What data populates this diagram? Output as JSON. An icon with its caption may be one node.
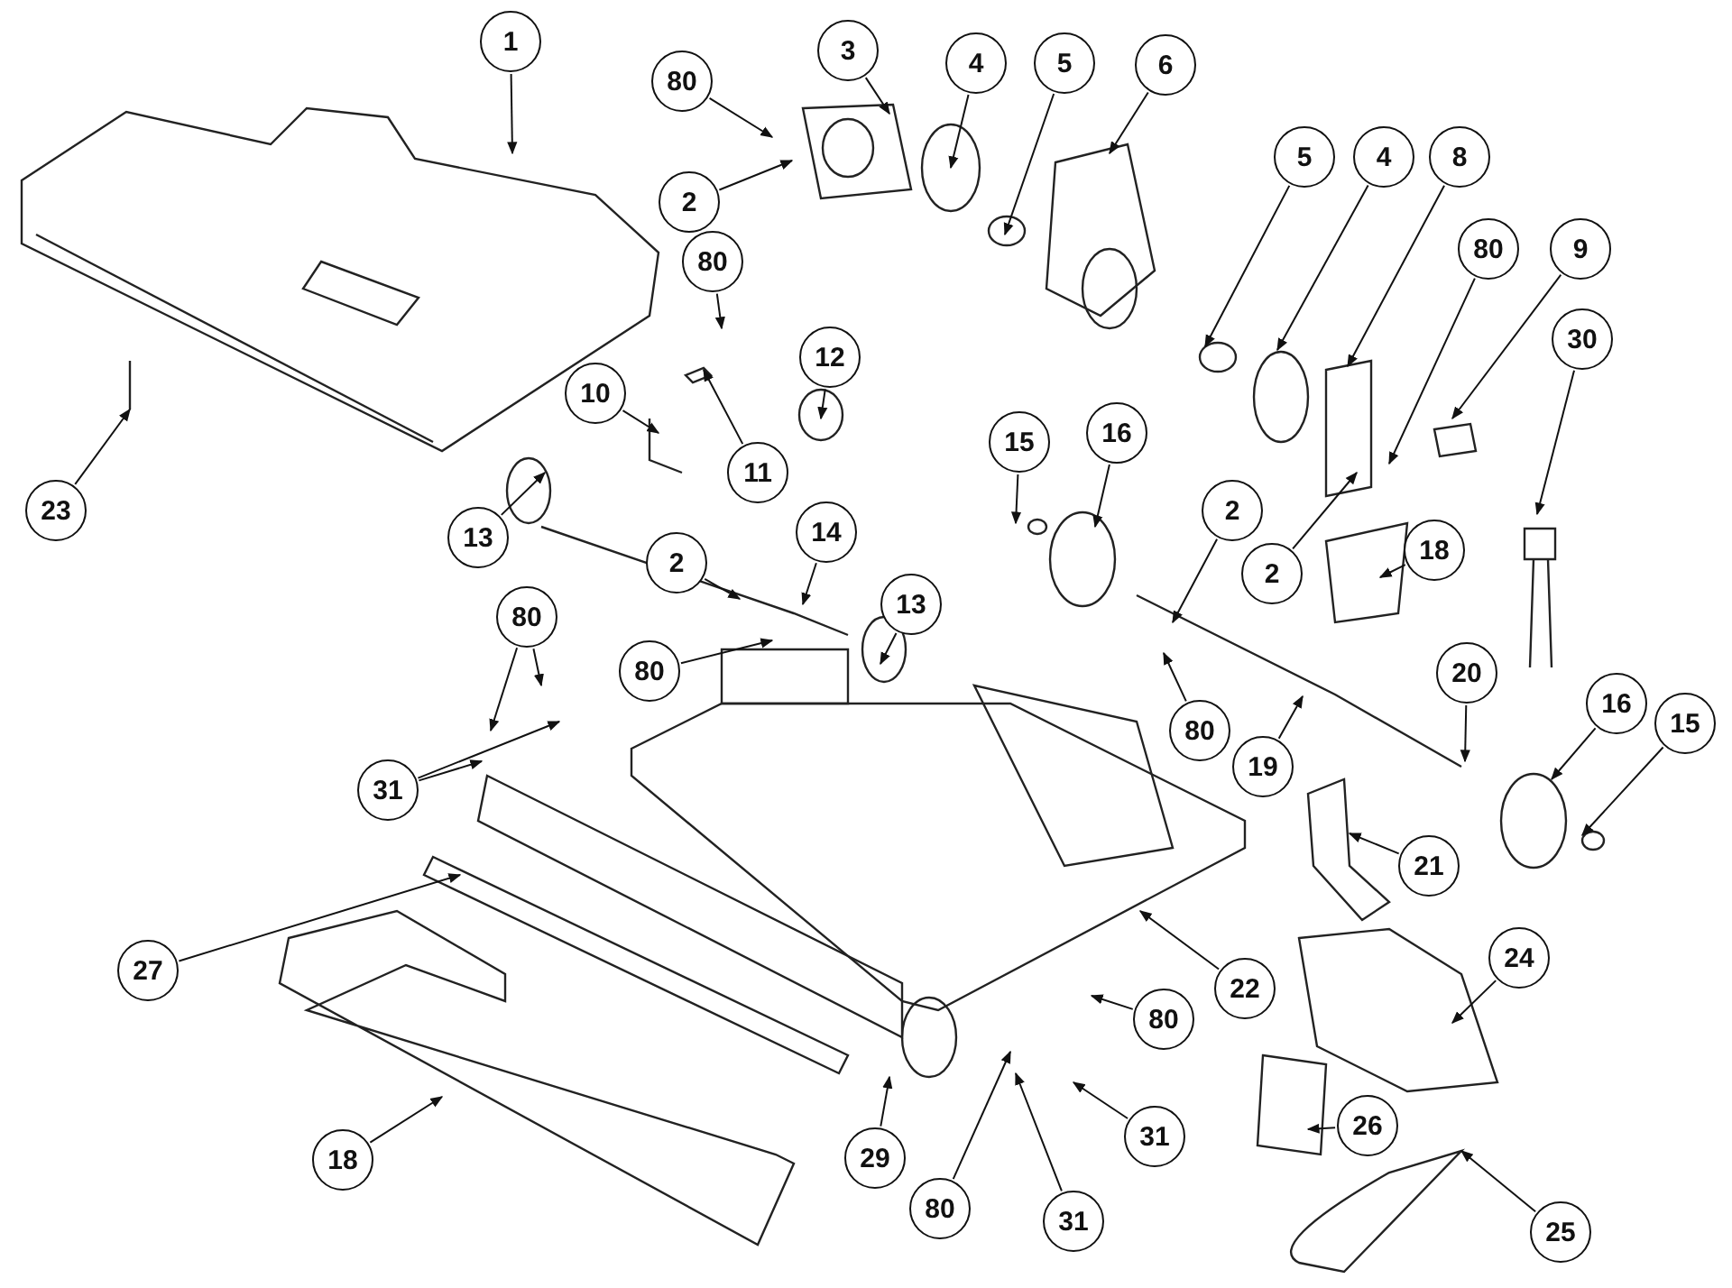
{
  "diagram": {
    "nodes": [
      {
        "text": [
          "1"
        ]
      },
      {
        "text": [
          "80"
        ]
      },
      {
        "text": [
          "2"
        ]
      },
      {
        "text": [
          "3"
        ]
      },
      {
        "text": [
          "4"
        ]
      },
      {
        "text": [
          "5"
        ]
      },
      {
        "text": [
          "6"
        ]
      },
      {
        "text": [
          "5"
        ]
      },
      {
        "text": [
          "4"
        ]
      },
      {
        "text": [
          "8"
        ]
      },
      {
        "text": [
          "80"
        ]
      },
      {
        "text": [
          "9"
        ]
      },
      {
        "text": [
          "30"
        ]
      },
      {
        "text": [
          "80"
        ]
      },
      {
        "text": [
          "12"
        ]
      },
      {
        "text": [
          "10"
        ]
      },
      {
        "text": [
          "11"
        ]
      },
      {
        "text": [
          "23"
        ]
      },
      {
        "text": [
          "13"
        ]
      },
      {
        "text": [
          "14"
        ]
      },
      {
        "text": [
          "2"
        ]
      },
      {
        "text": [
          "80"
        ]
      },
      {
        "text": [
          "13"
        ]
      },
      {
        "text": [
          "16"
        ]
      },
      {
        "text": [
          "15"
        ]
      },
      {
        "text": [
          "2"
        ]
      },
      {
        "text": [
          "2"
        ]
      },
      {
        "text": [
          "18"
        ]
      },
      {
        "text": [
          "80"
        ]
      },
      {
        "text": [
          "19"
        ]
      },
      {
        "text": [
          "20"
        ]
      },
      {
        "text": [
          "16"
        ]
      },
      {
        "text": [
          "15"
        ]
      },
      {
        "text": [
          "80"
        ]
      },
      {
        "text": [
          "31"
        ]
      },
      {
        "text": [
          "21"
        ]
      },
      {
        "text": [
          "27"
        ]
      },
      {
        "text": [
          "22"
        ]
      },
      {
        "text": [
          "80"
        ]
      },
      {
        "text": [
          "31"
        ]
      },
      {
        "text": [
          "24"
        ]
      },
      {
        "text": [
          "29"
        ]
      },
      {
        "text": [
          "26"
        ]
      },
      {
        "text": [
          "80"
        ]
      },
      {
        "text": [
          "31"
        ]
      },
      {
        "text": [
          "18"
        ]
      },
      {
        "text": [
          "25"
        ]
      }
    ],
    "edges": [
      {
        "from": 0,
        "to": null,
        "arrow": "to"
      },
      {
        "from": 1,
        "to": null,
        "arrow": "to"
      },
      {
        "from": 2,
        "to": null,
        "arrow": "to"
      },
      {
        "from": 3,
        "to": null,
        "arrow": "to"
      },
      {
        "from": 4,
        "to": null,
        "arrow": "to"
      },
      {
        "from": 5,
        "to": null,
        "arrow": "to"
      },
      {
        "from": 6,
        "to": null,
        "arrow": "to"
      },
      {
        "from": 7,
        "to": null,
        "arrow": "to"
      },
      {
        "from": 8,
        "to": null,
        "arrow": "to"
      },
      {
        "from": 9,
        "to": null,
        "arrow": "to"
      },
      {
        "from": 10,
        "to": null,
        "arrow": "to"
      },
      {
        "from": 11,
        "to": null,
        "arrow": "to"
      },
      {
        "from": 12,
        "to": null,
        "arrow": "to"
      },
      {
        "from": 13,
        "to": null,
        "arrow": "to"
      },
      {
        "from": 14,
        "to": null,
        "arrow": "to"
      },
      {
        "from": 15,
        "to": null,
        "arrow": "to"
      },
      {
        "from": 16,
        "to": null,
        "arrow": "to"
      },
      {
        "from": 17,
        "to": null,
        "arrow": "to"
      },
      {
        "from": 18,
        "to": null,
        "arrow": "to"
      },
      {
        "from": 19,
        "to": null,
        "arrow": "to"
      },
      {
        "from": 20,
        "to": null,
        "arrow": "to"
      },
      {
        "from": 21,
        "to": null,
        "arrow": "to"
      },
      {
        "from": 22,
        "to": null,
        "arrow": "to"
      },
      {
        "from": 23,
        "to": null,
        "arrow": "to"
      },
      {
        "from": 24,
        "to": null,
        "arrow": "to"
      },
      {
        "from": 25,
        "to": null,
        "arrow": "to"
      },
      {
        "from": 26,
        "to": null,
        "arrow": "to"
      },
      {
        "from": 27,
        "to": null,
        "arrow": "to"
      },
      {
        "from": 28,
        "to": null,
        "arrow": "to"
      },
      {
        "from": 29,
        "to": null,
        "arrow": "to"
      },
      {
        "from": 30,
        "to": null,
        "arrow": "to"
      },
      {
        "from": 31,
        "to": null,
        "arrow": "to"
      },
      {
        "from": 32,
        "to": null,
        "arrow": "to"
      },
      {
        "from": 33,
        "to": null,
        "arrow": "to"
      },
      {
        "from": 33,
        "to": null,
        "arrow": "to"
      },
      {
        "from": 34,
        "to": null,
        "arrow": "to"
      },
      {
        "from": 34,
        "to": null,
        "arrow": "to"
      },
      {
        "from": 35,
        "to": null,
        "arrow": "to"
      },
      {
        "from": 36,
        "to": null,
        "arrow": "to"
      },
      {
        "from": 37,
        "to": null,
        "arrow": "to"
      },
      {
        "from": 38,
        "to": null,
        "arrow": "to"
      },
      {
        "from": 39,
        "to": null,
        "arrow": "to"
      },
      {
        "from": 40,
        "to": null,
        "arrow": "to"
      },
      {
        "from": 41,
        "to": null,
        "arrow": "to"
      },
      {
        "from": 42,
        "to": null,
        "arrow": "to"
      },
      {
        "from": 43,
        "to": null,
        "arrow": "to"
      },
      {
        "from": 44,
        "to": null,
        "arrow": "to"
      },
      {
        "from": 45,
        "to": null,
        "arrow": "to"
      },
      {
        "from": 46,
        "to": null,
        "arrow": "to"
      }
    ]
  }
}
